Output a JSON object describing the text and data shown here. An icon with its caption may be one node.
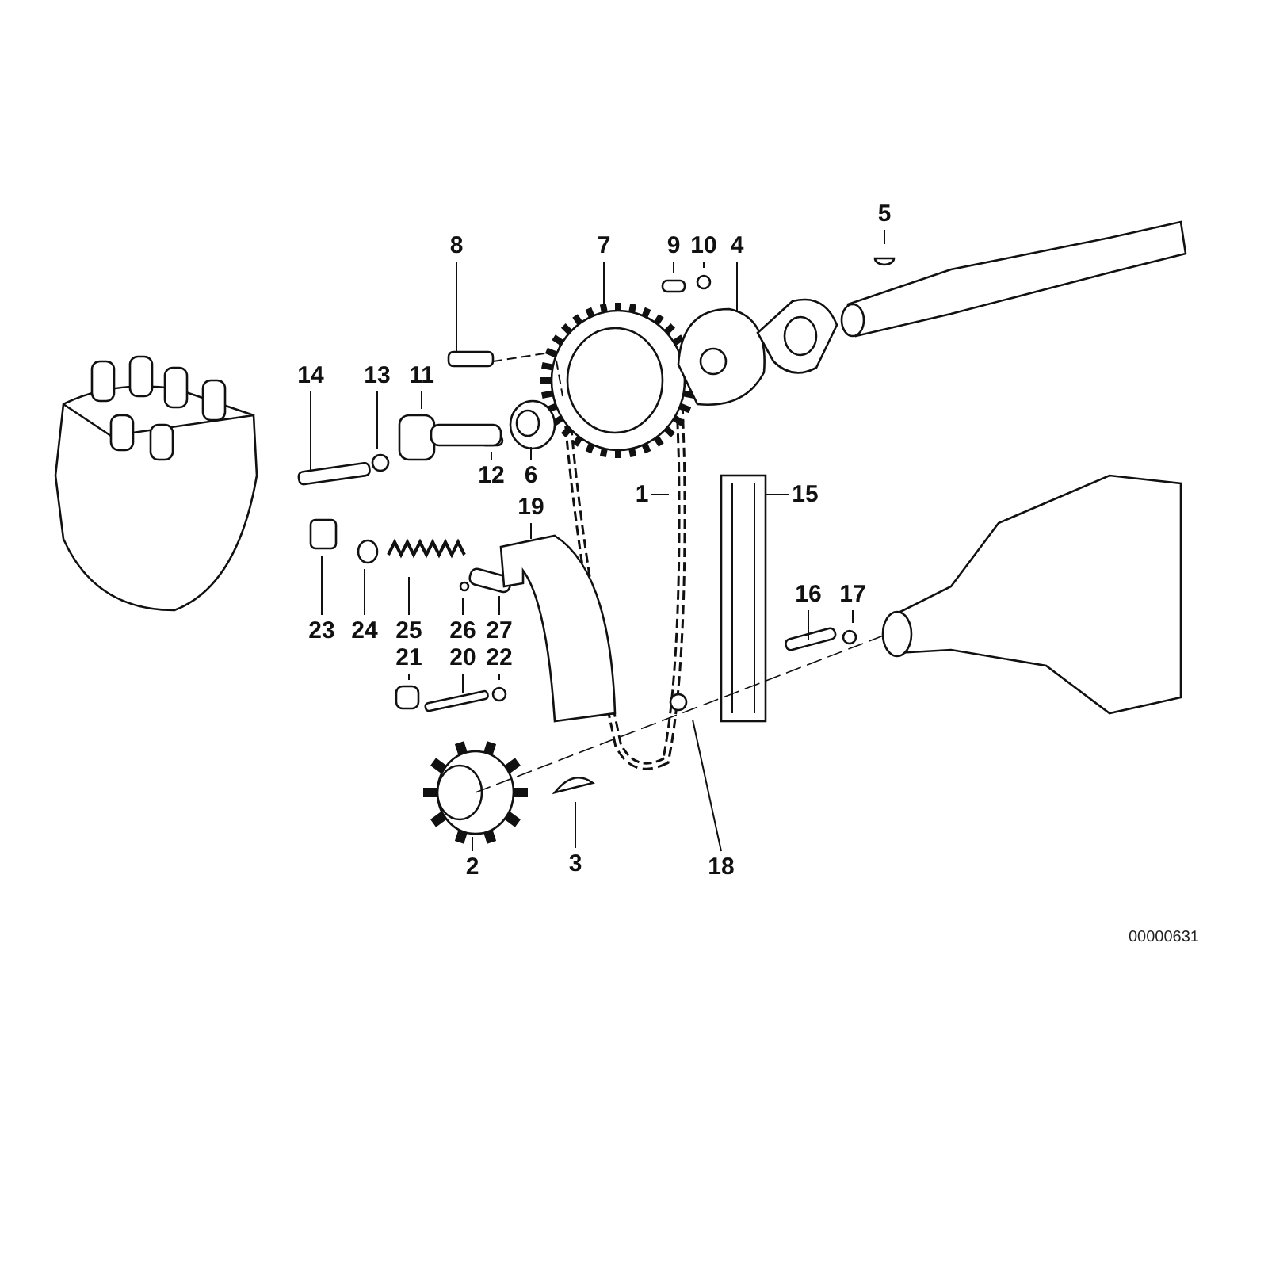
{
  "diagram": {
    "nodes": [
      {
        "text": [
          "5"
        ]
      },
      {
        "text": [
          "8"
        ]
      },
      {
        "text": [
          "7"
        ]
      },
      {
        "text": [
          "9"
        ]
      },
      {
        "text": [
          "10"
        ]
      },
      {
        "text": [
          "4"
        ]
      },
      {
        "text": [
          "14"
        ]
      },
      {
        "text": [
          "13"
        ]
      },
      {
        "text": [
          "11"
        ]
      },
      {
        "text": [
          "12"
        ]
      },
      {
        "text": [
          "6"
        ]
      },
      {
        "text": [
          "19"
        ]
      },
      {
        "text": [
          "1"
        ]
      },
      {
        "text": [
          "15"
        ]
      },
      {
        "text": [
          "23"
        ]
      },
      {
        "text": [
          "24"
        ]
      },
      {
        "text": [
          "25"
        ]
      },
      {
        "text": [
          "26"
        ]
      },
      {
        "text": [
          "27"
        ]
      },
      {
        "text": [
          "16"
        ]
      },
      {
        "text": [
          "17"
        ]
      },
      {
        "text": [
          "21"
        ]
      },
      {
        "text": [
          "20"
        ]
      },
      {
        "text": [
          "22"
        ]
      },
      {
        "text": [
          "2"
        ]
      },
      {
        "text": [
          "3"
        ]
      },
      {
        "text": [
          "18"
        ]
      }
    ],
    "edges": [
      {
        "from": 0,
        "to": null,
        "arrow": "none"
      },
      {
        "from": 1,
        "to": null,
        "arrow": "none"
      },
      {
        "from": 2,
        "to": null,
        "arrow": "none"
      },
      {
        "from": 3,
        "to": null,
        "arrow": "none"
      },
      {
        "from": 4,
        "to": null,
        "arrow": "none"
      },
      {
        "from": 5,
        "to": null,
        "arrow": "none"
      },
      {
        "from": 6,
        "to": null,
        "arrow": "none"
      },
      {
        "from": 7,
        "to": null,
        "arrow": "none"
      },
      {
        "from": 8,
        "to": null,
        "arrow": "none"
      },
      {
        "from": 9,
        "to": null,
        "arrow": "none"
      },
      {
        "from": 10,
        "to": null,
        "arrow": "none"
      },
      {
        "from": 11,
        "to": null,
        "arrow": "none"
      },
      {
        "from": 12,
        "to": null,
        "arrow": "none"
      },
      {
        "from": 13,
        "to": null,
        "arrow": "none"
      },
      {
        "from": 14,
        "to": null,
        "arrow": "none"
      },
      {
        "from": 15,
        "to": null,
        "arrow": "none"
      },
      {
        "from": 16,
        "to": null,
        "arrow": "none"
      },
      {
        "from": 17,
        "to": null,
        "arrow": "none"
      },
      {
        "from": 18,
        "to": null,
        "arrow": "none"
      },
      {
        "from": 19,
        "to": null,
        "arrow": "none"
      },
      {
        "from": 20,
        "to": null,
        "arrow": "none"
      },
      {
        "from": 21,
        "to": null,
        "arrow": "none"
      },
      {
        "from": 22,
        "to": null,
        "arrow": "none"
      },
      {
        "from": 23,
        "to": null,
        "arrow": "none"
      },
      {
        "from": 24,
        "to": null,
        "arrow": "none"
      },
      {
        "from": 25,
        "to": null,
        "arrow": "none"
      },
      {
        "from": 26,
        "to": null,
        "arrow": "none"
      }
    ],
    "labels": [
      "00000631"
    ]
  }
}
